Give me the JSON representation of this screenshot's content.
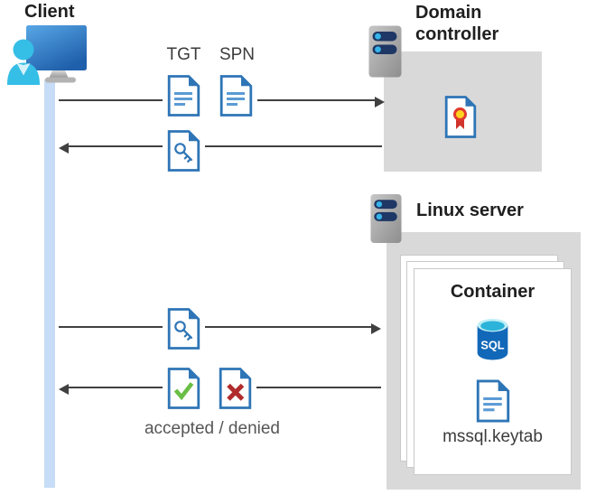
{
  "diagram": {
    "client": {
      "label": "Client"
    },
    "domain_controller": {
      "label": "Domain controller"
    },
    "linux_server": {
      "label": "Linux server"
    },
    "container": {
      "label": "Container",
      "sql_label": "SQL",
      "keytab_label": "mssql.keytab"
    },
    "flow": {
      "tgt_label": "TGT",
      "spn_label": "SPN",
      "result_label": "accepted / denied"
    },
    "colors": {
      "doc_border_blue": "#2e75b6",
      "doc_line_blue": "#5b9bd5",
      "person_cyan": "#35bee6",
      "monitor_blue_top": "#58a7e6",
      "monitor_blue_bottom": "#1f5fab",
      "lifeline_blue": "#c7dcf6",
      "zone_gray": "#d9d9d9",
      "arrow_gray": "#404040",
      "server_pill_navy": "#1e3765",
      "server_dot_cyan": "#35b4e8",
      "sql_body_blue": "#1268b8",
      "sql_top_cyan": "#2cb3d9",
      "check_green": "#6abe45",
      "cross_red": "#b02c2c",
      "ribbon_red": "#d0342c",
      "ribbon_yellow": "#ffd21f"
    }
  }
}
